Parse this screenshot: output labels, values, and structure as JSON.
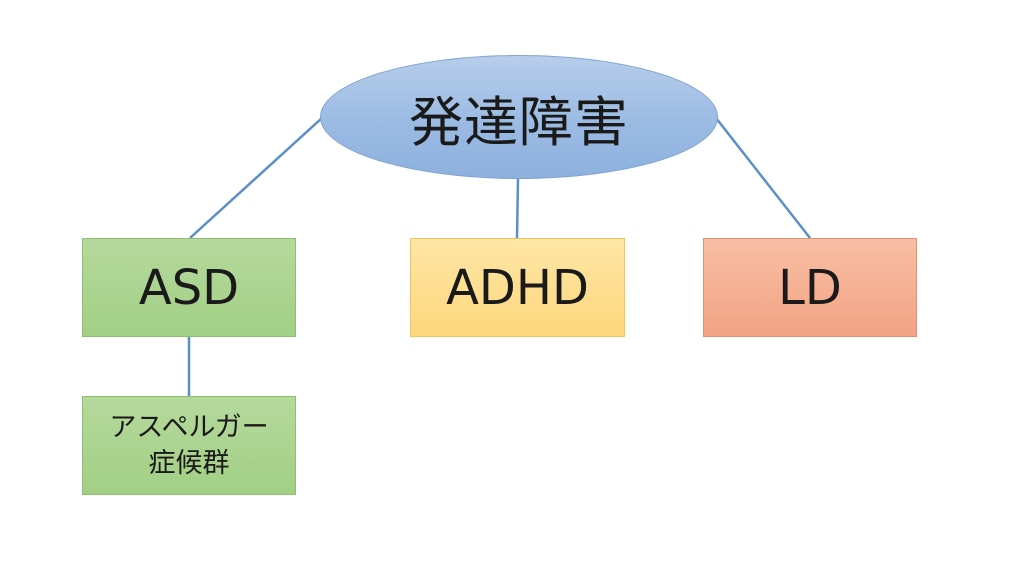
{
  "diagram": {
    "root": {
      "label": "発達障害"
    },
    "children": [
      {
        "label": "ASD"
      },
      {
        "label": "ADHD"
      },
      {
        "label": "LD"
      }
    ],
    "asd_child": {
      "line1": "アスペルガー",
      "line2": "症候群"
    }
  },
  "colors": {
    "connector": "#5b8fc7",
    "root_fill": "#9bbbe3",
    "asd_fill": "#a9d18e",
    "adhd_fill": "#ffd966",
    "ld_fill": "#f4b183"
  }
}
